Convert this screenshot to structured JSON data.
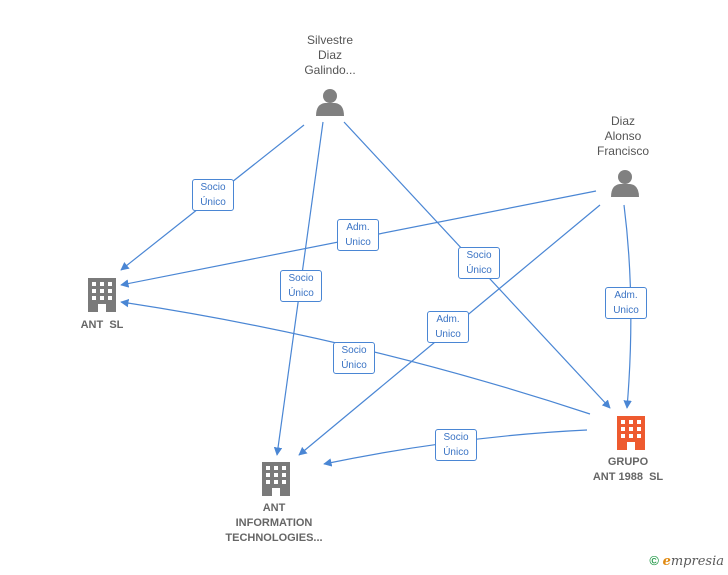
{
  "colors": {
    "edge": "#4a86d4",
    "person_icon": "#808080",
    "company_icon": "#7a7a7a",
    "main_company_icon": "#ee5a2f"
  },
  "nodes": {
    "silvestre": {
      "label_lines": [
        "Silvestre",
        "Diaz",
        "Galindo..."
      ],
      "icon": "person-icon"
    },
    "diaz_alonso": {
      "label_lines": [
        "Diaz",
        "Alonso",
        "Francisco"
      ],
      "icon": "person-icon"
    },
    "ant_sl": {
      "label_lines": [
        "ANT  SL"
      ],
      "icon": "building-icon"
    },
    "ant_it": {
      "label_lines": [
        "ANT",
        "INFORMATION",
        "TECHNOLOGIES..."
      ],
      "icon": "building-icon"
    },
    "grupo_ant": {
      "label_lines": [
        "GRUPO",
        "ANT 1988  SL"
      ],
      "icon": "building-icon"
    }
  },
  "edges": [
    {
      "from": "silvestre",
      "to": "ant_sl",
      "label_lines": [
        "Socio",
        "Único"
      ]
    },
    {
      "from": "silvestre",
      "to": "ant_it",
      "label_lines": [
        "Socio",
        "Único"
      ]
    },
    {
      "from": "silvestre",
      "to": "grupo_ant",
      "label_lines": [
        "Socio",
        "Único"
      ]
    },
    {
      "from": "diaz_alonso",
      "to": "ant_sl",
      "label_lines": [
        "Adm.",
        "Unico"
      ]
    },
    {
      "from": "diaz_alonso",
      "to": "ant_it",
      "label_lines": [
        "Adm.",
        "Unico"
      ]
    },
    {
      "from": "diaz_alonso",
      "to": "grupo_ant",
      "label_lines": [
        "Adm.",
        "Unico"
      ]
    },
    {
      "from": "grupo_ant",
      "to": "ant_sl",
      "label_lines": [
        "Socio",
        "Único"
      ]
    },
    {
      "from": "grupo_ant",
      "to": "ant_it",
      "label_lines": [
        "Socio",
        "Único"
      ]
    }
  ],
  "brand": {
    "copyright": "©",
    "initial": "e",
    "name": "mpresia"
  }
}
